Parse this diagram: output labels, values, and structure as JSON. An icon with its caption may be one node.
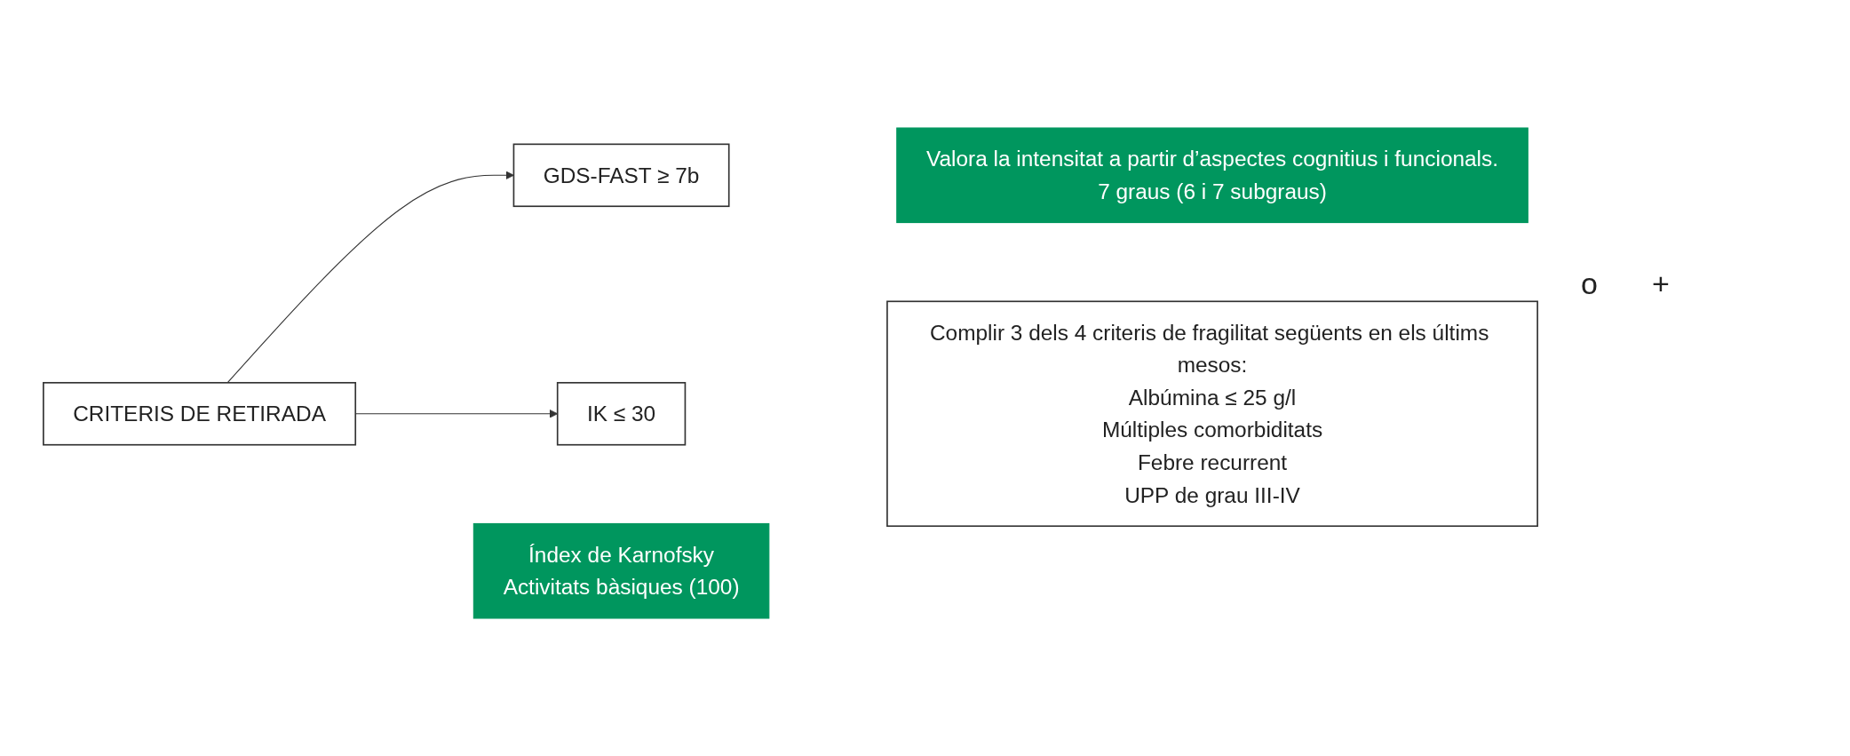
{
  "diagram": {
    "nodes": [
      {
        "text": [
          "CRITERIS DE RETIRADA"
        ]
      },
      {
        "text": [
          "GDS-FAST ≥ 7b"
        ]
      },
      {
        "text": [
          "Valora la intensitat  a partir d’aspectes cognitius i funcionals.",
          "7 graus (6 i 7 subgraus)"
        ]
      },
      {
        "text": [
          "IK ≤ 30"
        ]
      },
      {
        "text": [
          "Complir 3 dels 4 criteris de fragilitat següents en els últims mesos:",
          "Albúmina ≤ 25 g/l",
          "Múltiples comorbiditats",
          "Febre recurrent",
          "UPP de grau III-IV"
        ]
      },
      {
        "text": [
          "Índex de Karnofsky",
          "Activitats bàsiques (100)"
        ]
      }
    ],
    "edges": [
      {
        "from": 0,
        "to": 1,
        "arrow": "to"
      },
      {
        "from": 0,
        "to": 3,
        "arrow": "to"
      }
    ],
    "labels": [
      "o",
      "+"
    ]
  }
}
